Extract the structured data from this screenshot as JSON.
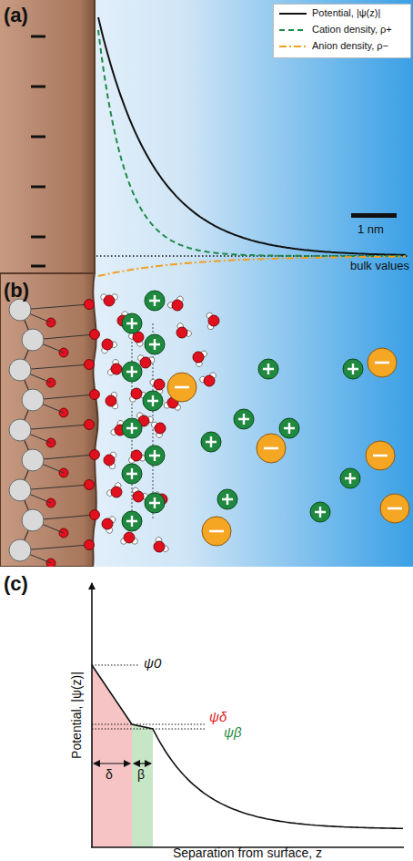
{
  "diagram": {
    "labels": [
      "(a)",
      "1 nm",
      "bulk values",
      "(b)",
      "(c)",
      "ψ0",
      "ψδ",
      "ψβ",
      "δ",
      "β",
      "Potential, |ψ(z)|",
      "Separation from surface, z"
    ],
    "legend": [
      {
        "text": "Potential, |ψ(z)|"
      },
      {
        "text": "Cation density, ρ+"
      },
      {
        "text": "Anion density, ρ−"
      }
    ]
  }
}
